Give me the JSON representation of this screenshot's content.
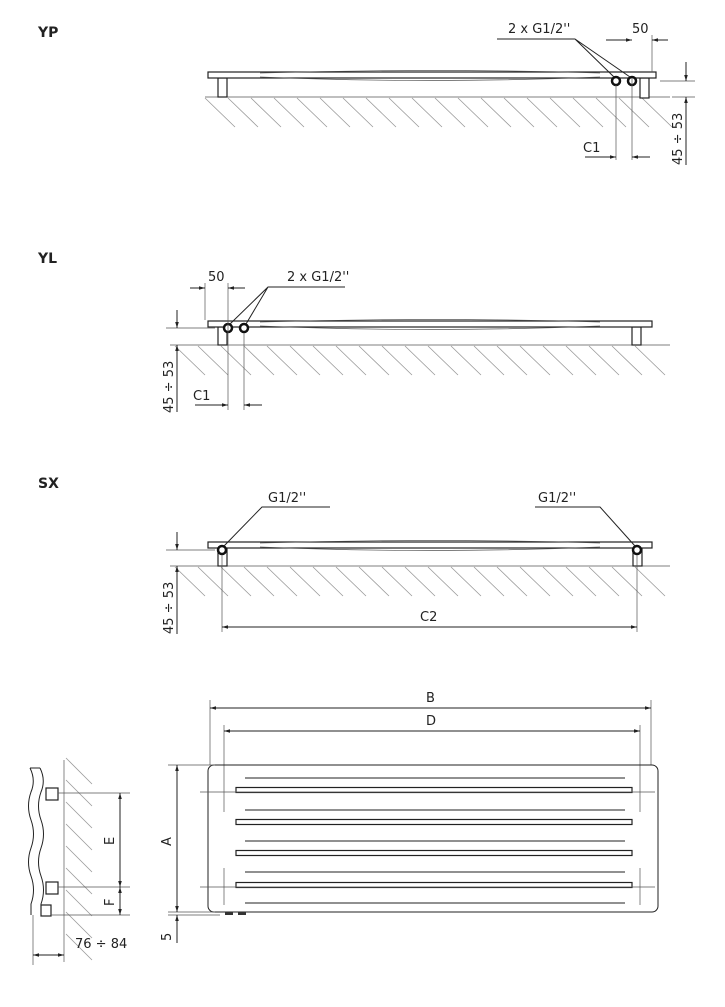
{
  "views": {
    "yp": {
      "label": "YP",
      "connection": "2 x G1/2''",
      "offset": "50",
      "c_label": "C1",
      "height": "45 ÷ 53"
    },
    "yl": {
      "label": "YL",
      "connection": "2 x G1/2''",
      "offset": "50",
      "c_label": "C1",
      "height": "45 ÷ 53"
    },
    "sx": {
      "label": "SX",
      "connection_left": "G1/2''",
      "connection_right": "G1/2''",
      "c_label": "C2",
      "height": "45 ÷ 53"
    },
    "front": {
      "width_label": "B",
      "inner_width_label": "D",
      "height_label": "A",
      "bottom_gap": "5"
    },
    "side": {
      "e_label": "E",
      "f_label": "F",
      "depth": "76 ÷ 84"
    }
  },
  "colors": {
    "line": "#222222",
    "hatch": "#999999"
  }
}
